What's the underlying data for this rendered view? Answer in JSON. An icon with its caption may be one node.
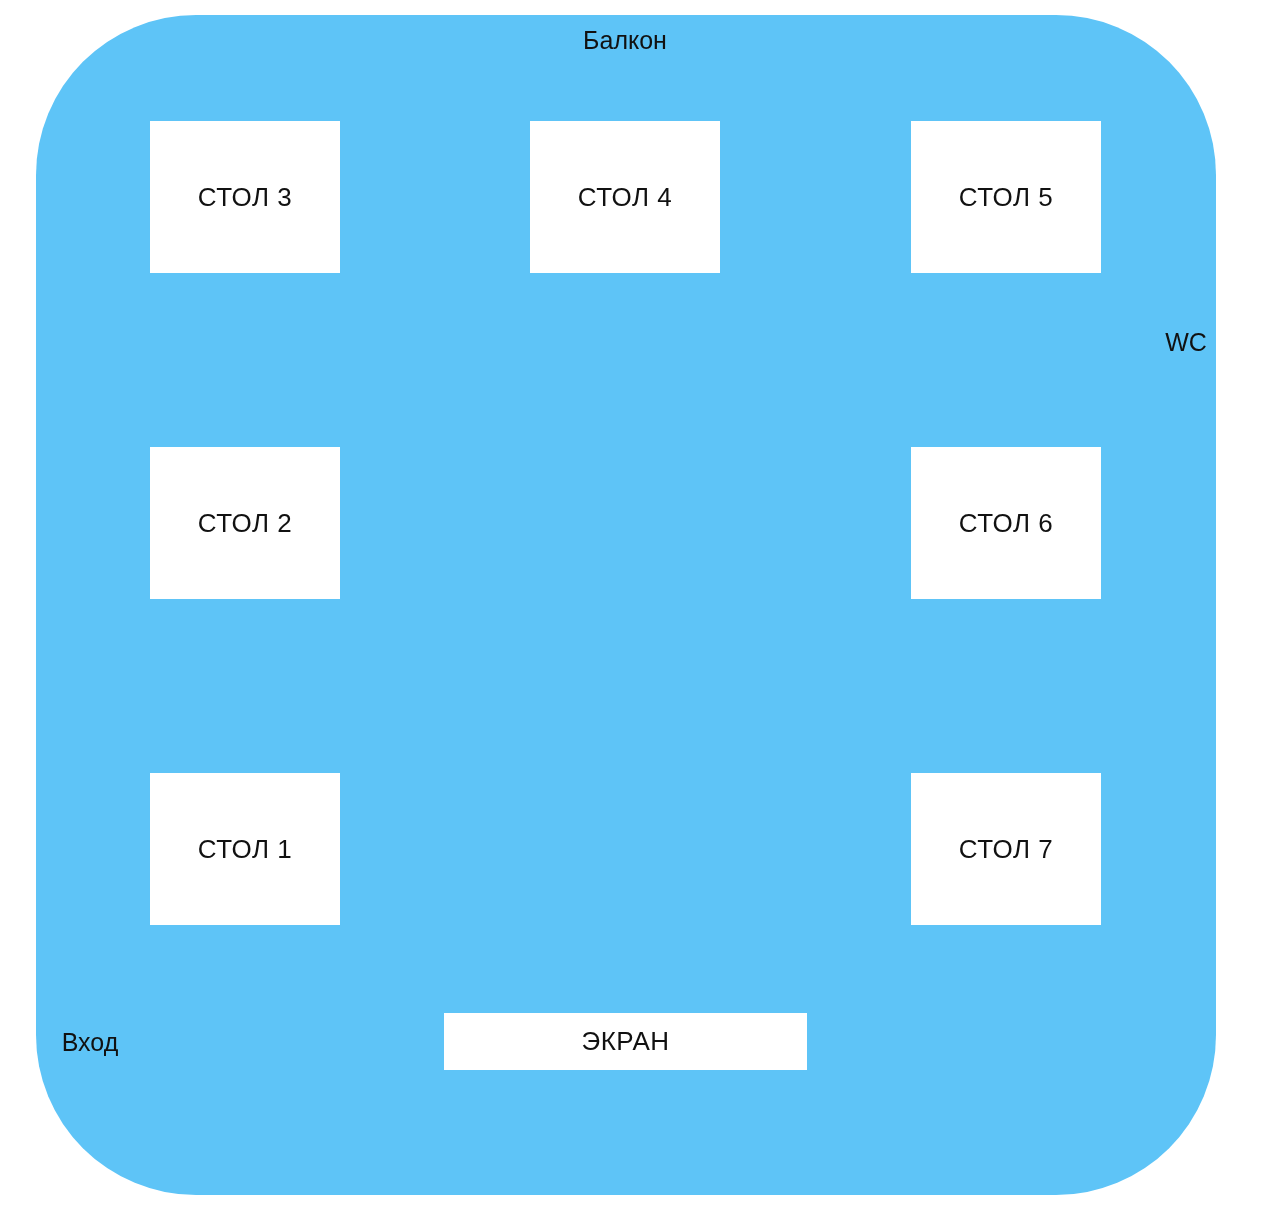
{
  "diagram": {
    "nodes": [
      {
        "text": [
          "Балкон",
          "WC",
          "Вход"
        ]
      },
      {
        "text": [
          "СТОЛ 3"
        ],
        "in": 0
      },
      {
        "text": [
          "СТОЛ 4"
        ],
        "in": 0
      },
      {
        "text": [
          "СТОЛ 5"
        ],
        "in": 0
      },
      {
        "text": [
          "СТОЛ 2"
        ],
        "in": 0
      },
      {
        "text": [
          "СТОЛ 6"
        ],
        "in": 0
      },
      {
        "text": [
          "СТОЛ 1"
        ],
        "in": 0
      },
      {
        "text": [
          "СТОЛ 7"
        ],
        "in": 0
      },
      {
        "text": [
          "ЭКРАН"
        ],
        "in": 0
      }
    ]
  }
}
